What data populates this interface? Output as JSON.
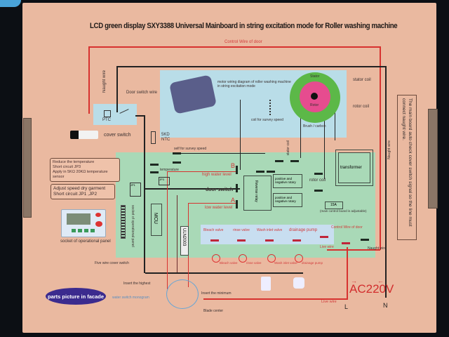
{
  "title": "LCD green display SXY3388 Universal Mainboard in string excitation mode for Roller washing machine",
  "labels": {
    "control_wire_top": "Control Wire of door",
    "control_wire_bottom": "Control Wire of door",
    "naught_wire_vertical": "Naught wire",
    "door_switch_wire": "Door switch wire",
    "ptc": "PTC",
    "cover_switch": "cover switch",
    "ntc": "5KD\nNTC",
    "motor_diagram_text": "motor wiring diagram of roller washing machine in string excitation mode",
    "stator": "Stator",
    "rotor": "Rotor",
    "stator_coil": "stator coil",
    "rotor_coil": "rotor coil",
    "brush_carbon": "Brush / carbon",
    "survey_speed_coil": "coil for survey speed",
    "self_survey_speed": "self for survey speed",
    "temperature": "temperature",
    "high_water_level": "high water level",
    "door_switch": "door switch",
    "low_water_level": "low water level",
    "marker_b": "B",
    "marker_a": "A",
    "reverse_relay": "Reverse relay",
    "stator_coil_vert": "stator coil",
    "rotor_coil_main": "rotor coil",
    "positive_negative_rotary": "positive and negative rotary",
    "positive_negative_rotary2": "positive and negative rotary",
    "transformer": "transformer",
    "fuse": "15A",
    "fuse_note": "(main control board is adjustable)",
    "naught_wire_right": "Naught wire",
    "mcu": "MCU",
    "uln": "ULN2003",
    "operational_panel_socket": "socket of operational panel",
    "five_wire_cover": "Five wire cover switch",
    "live_wire_label": "Live wire",
    "naught_wire_label": "Naught wire",
    "live_wire_bottom": "Live wire",
    "L": "L",
    "N": "N",
    "ac220v": "AC220V",
    "insert_highest": "Insert the highest",
    "insert_minimum": "Insert the minimum",
    "water_switch_monogram": "water switch monogram",
    "blade_center": "Blade center",
    "parts_picture": "parts picture in facade"
  },
  "callouts": {
    "temperature_note": [
      "Reduce the temperature",
      "Short circuit JP3",
      "Apply in 5KΩ  20KΩ temperature sensor"
    ],
    "speed_note": [
      "Adjust speed dry garment",
      "Short circuit JP1 ,JP2"
    ]
  },
  "jumpers": {
    "jp3": "JP3",
    "jp1": "JP1",
    "jp2": "JP2"
  },
  "valves": {
    "top": [
      "Bleach valve",
      "rinse valve",
      "Wash inlet valve",
      "drainage pump"
    ],
    "bottom": [
      "Bleach valve",
      "rinse valve",
      "Wash inlet valve",
      "drainage pump"
    ]
  },
  "side_note": "The main board auto check cover switch signal so the line must connect naught wire.",
  "colors": {
    "box": "#eab9a0",
    "green_board": "#a9d9b7",
    "blue_panel": "#b9dde8",
    "red_wire": "#d7322f",
    "badge": "#3b2b8e"
  }
}
